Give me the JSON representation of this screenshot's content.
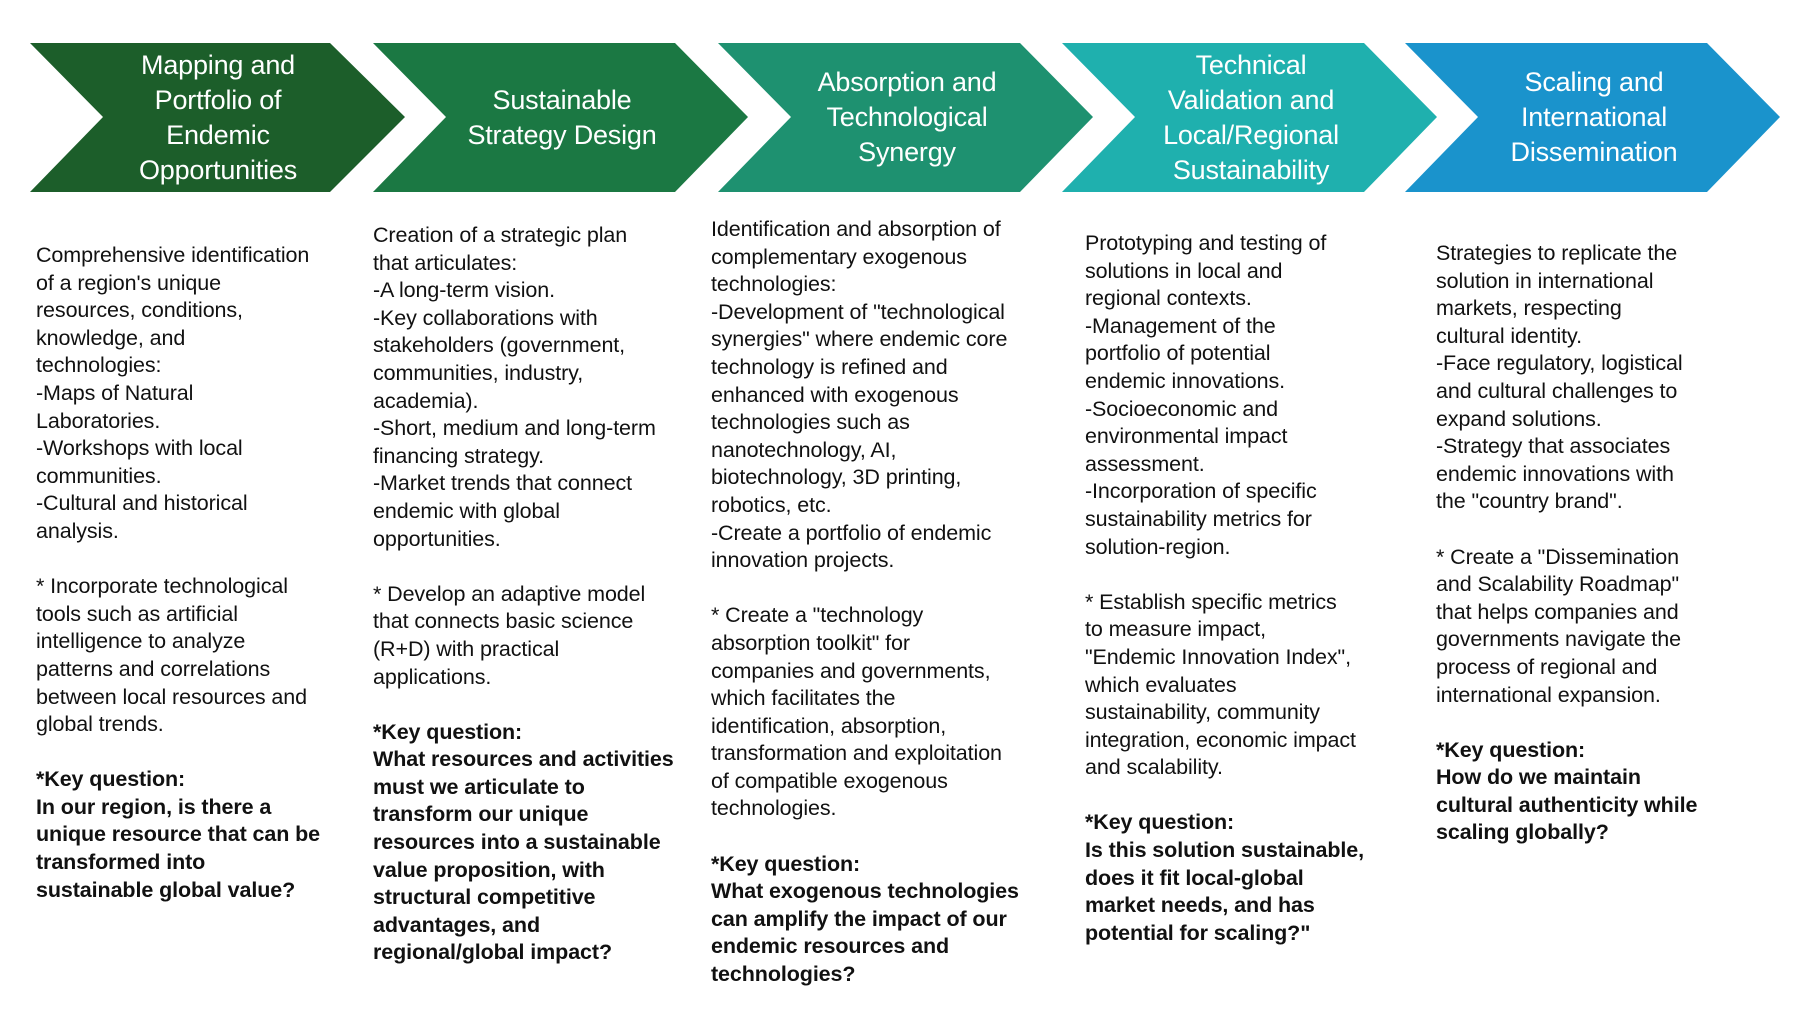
{
  "diagram": {
    "stages": [
      {
        "title_lines": [
          "Mapping and",
          "Portfolio of",
          "Endemic",
          "Opportunities"
        ],
        "color": "#1c5e2a",
        "description_lines": [
          "Comprehensive identification",
          "of a region's unique",
          "resources, conditions,",
          "knowledge, and",
          "technologies:",
          "-Maps of Natural",
          "Laboratories.",
          "-Workshops with local",
          "communities.",
          "-Cultural and historical",
          "analysis.",
          "",
          "* Incorporate technological",
          "tools such as artificial",
          "intelligence to analyze",
          "patterns and correlations",
          "between local resources and",
          "global trends.",
          ""
        ],
        "key_question_label": "*Key question:",
        "key_question_lines": [
          "In our region, is there a",
          "unique resource that can be",
          "transformed into",
          "sustainable global value?"
        ]
      },
      {
        "title_lines": [
          "Sustainable",
          "Strategy Design"
        ],
        "color": "#1b7843",
        "description_lines": [
          "Creation of a strategic plan",
          "that articulates:",
          "-A long-term vision.",
          "-Key collaborations with",
          "stakeholders (government,",
          "communities, industry,",
          "academia).",
          "-Short, medium and long-term",
          "financing strategy.",
          "-Market trends that connect",
          "endemic with global",
          "opportunities.",
          "",
          "* Develop an adaptive model",
          "that connects basic science",
          "(R+D) with practical",
          "applications.",
          ""
        ],
        "key_question_label": "*Key question:",
        "key_question_lines": [
          "What resources and activities",
          "must we articulate to",
          "transform our unique",
          "resources into a sustainable",
          "value proposition, with",
          "structural competitive",
          "advantages, and",
          "regional/global impact?"
        ]
      },
      {
        "title_lines": [
          "Absorption and",
          "Technological",
          "Synergy"
        ],
        "color": "#1e9170",
        "description_lines": [
          "Identification and absorption of",
          "complementary exogenous",
          "technologies:",
          "-Development of \"technological",
          "synergies\" where endemic core",
          "technology is refined and",
          "enhanced with exogenous",
          "technologies such as",
          "nanotechnology, AI,",
          "biotechnology, 3D printing,",
          "robotics, etc.",
          "-Create a portfolio of endemic",
          "innovation projects.",
          "",
          "* Create a \"technology",
          "absorption toolkit\" for",
          "companies and governments,",
          "which facilitates the",
          "identification, absorption,",
          "transformation and exploitation",
          "of compatible exogenous",
          "technologies.",
          ""
        ],
        "key_question_label": "*Key question:",
        "key_question_lines": [
          "What exogenous technologies",
          "can amplify the impact of our",
          "endemic resources and",
          "technologies?"
        ]
      },
      {
        "title_lines": [
          "Technical",
          "Validation and",
          "Local/Regional",
          "Sustainability"
        ],
        "color": "#1fb0ae",
        "description_lines": [
          "Prototyping and testing of",
          "solutions in local and",
          "regional contexts.",
          "-Management of the",
          "portfolio of potential",
          "endemic innovations.",
          "-Socioeconomic and",
          "environmental impact",
          "assessment.",
          "-Incorporation of specific",
          "sustainability metrics for",
          "solution-region.",
          "",
          "* Establish specific metrics",
          "to measure impact,",
          "\"Endemic Innovation Index\",",
          "which evaluates",
          "sustainability, community",
          "integration, economic impact",
          "and scalability.",
          ""
        ],
        "key_question_label": "*Key question:",
        "key_question_lines": [
          "Is this solution sustainable,",
          "does it fit local-global",
          "market needs, and has",
          "potential for scaling?\""
        ]
      },
      {
        "title_lines": [
          "Scaling and",
          "International",
          "Dissemination"
        ],
        "color": "#1a93cc",
        "description_lines": [
          "Strategies to replicate the",
          "solution in international",
          "markets, respecting",
          "cultural identity.",
          "-Face regulatory, logistical",
          "and cultural challenges to",
          "expand solutions.",
          "-Strategy that associates",
          "endemic innovations with",
          "the \"country brand\".",
          "",
          "* Create a \"Dissemination",
          "and Scalability Roadmap\"",
          "that helps companies and",
          "governments navigate the",
          "process of regional and",
          "international expansion.",
          ""
        ],
        "key_question_label": "*Key question:",
        "key_question_lines": [
          "How do we maintain",
          "cultural authenticity while",
          "scaling globally?"
        ]
      }
    ]
  }
}
